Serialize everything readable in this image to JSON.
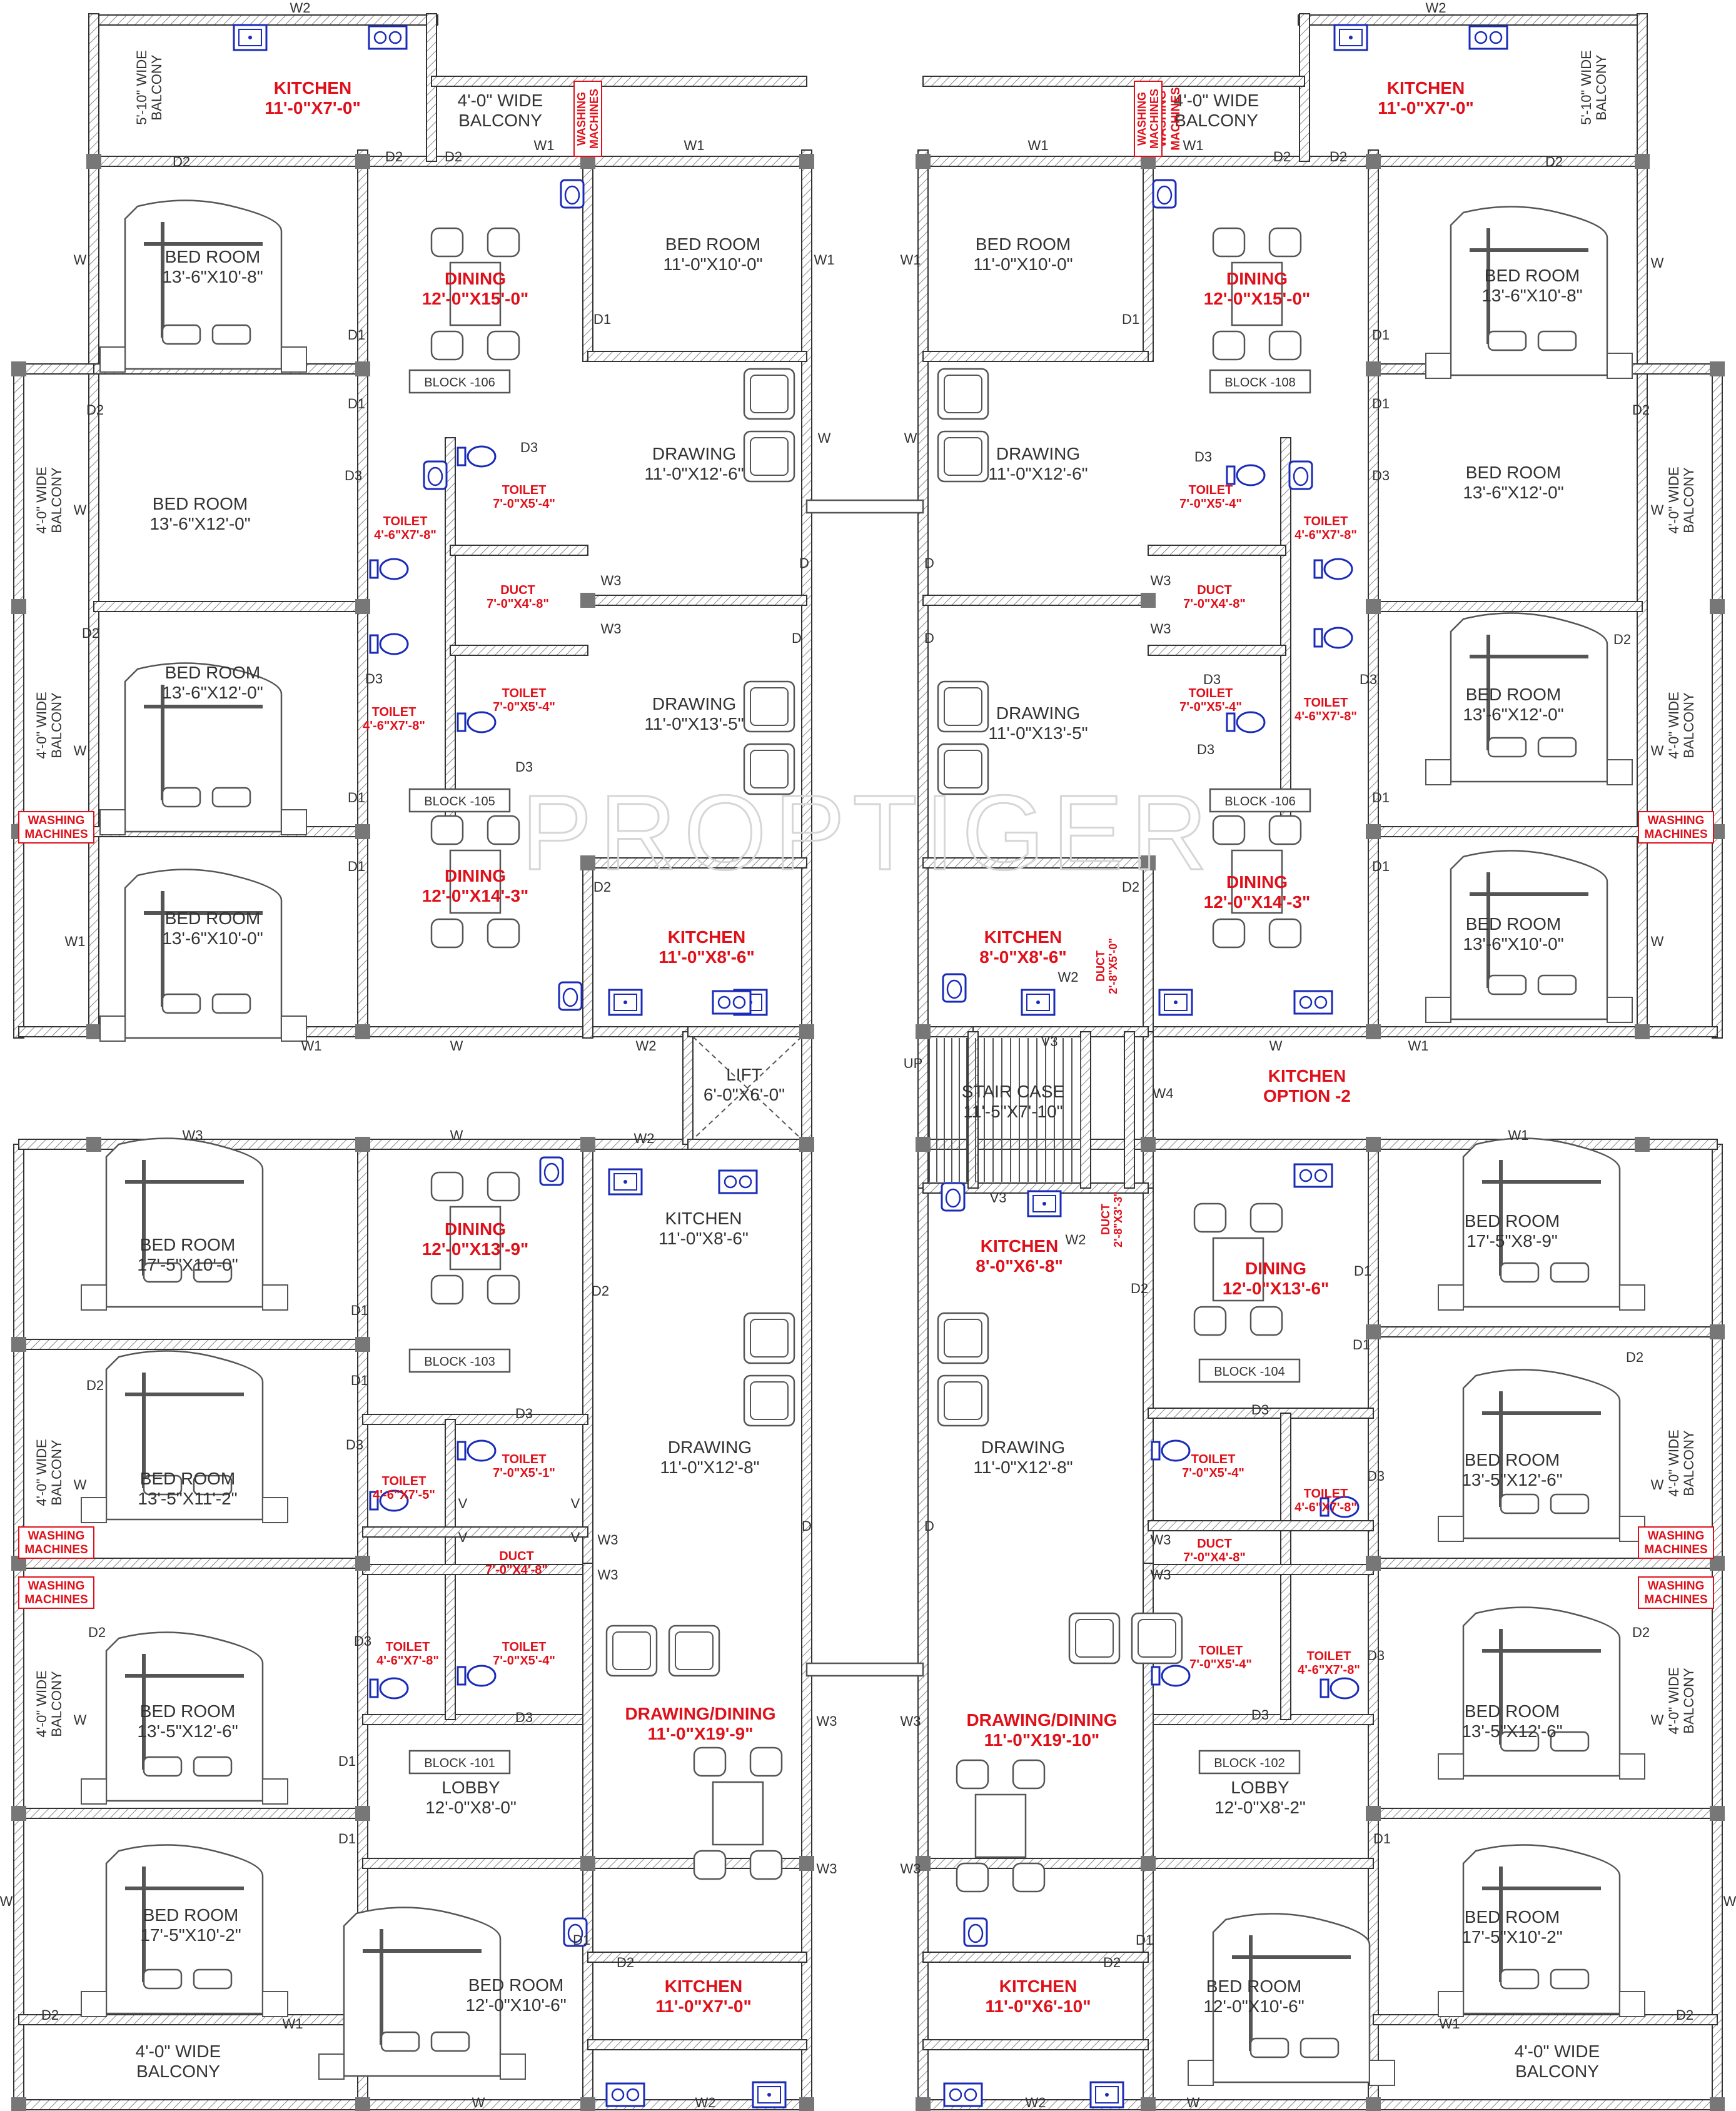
{
  "watermark": "PROPTIGER",
  "blocks": [
    "BLOCK -106",
    "BLOCK -108",
    "BLOCK -105",
    "BLOCK -106",
    "BLOCK -103",
    "BLOCK -104",
    "BLOCK -101",
    "BLOCK -102"
  ],
  "rooms": [
    {
      "n": "KITCHEN",
      "d": "11'-0\"X7'-0\"",
      "red": true
    },
    {
      "n": "KITCHEN",
      "d": "11'-0\"X7'-0\"",
      "red": true
    },
    {
      "n": "4'-0\" WIDE",
      "d": "BALCONY",
      "red": false
    },
    {
      "n": "4'-0\" WIDE",
      "d": "BALCONY",
      "red": false
    },
    {
      "n": "BED ROOM",
      "d": "13'-6\"X10'-8\"",
      "red": false
    },
    {
      "n": "DINING",
      "d": "12'-0\"X15'-0\"",
      "red": true
    },
    {
      "n": "BED ROOM",
      "d": "11'-0\"X10'-0\"",
      "red": false
    },
    {
      "n": "BED ROOM",
      "d": "11'-0\"X10'-0\"",
      "red": false
    },
    {
      "n": "DINING",
      "d": "12'-0\"X15'-0\"",
      "red": true
    },
    {
      "n": "BED ROOM",
      "d": "13'-6\"X10'-8\"",
      "red": false
    },
    {
      "n": "BED ROOM",
      "d": "13'-6\"X12'-0\"",
      "red": false
    },
    {
      "n": "DRAWING",
      "d": "11'-0\"X12'-6\"",
      "red": false
    },
    {
      "n": "DRAWING",
      "d": "11'-0\"X12'-6\"",
      "red": false
    },
    {
      "n": "BED ROOM",
      "d": "13'-6\"X12'-0\"",
      "red": false
    },
    {
      "n": "BED ROOM",
      "d": "13'-6\"X12'-0\"",
      "red": false
    },
    {
      "n": "DRAWING",
      "d": "11'-0\"X13'-5\"",
      "red": false
    },
    {
      "n": "DRAWING",
      "d": "11'-0\"X13'-5\"",
      "red": false
    },
    {
      "n": "BED ROOM",
      "d": "13'-6\"X12'-0\"",
      "red": false
    },
    {
      "n": "BED ROOM",
      "d": "13'-6\"X10'-0\"",
      "red": false
    },
    {
      "n": "DINING",
      "d": "12'-0\"X14'-3\"",
      "red": true
    },
    {
      "n": "KITCHEN",
      "d": "11'-0\"X8'-6\"",
      "red": true
    },
    {
      "n": "KITCHEN",
      "d": "8'-0\"X8'-6\"",
      "red": true
    },
    {
      "n": "DINING",
      "d": "12'-0\"X14'-3\"",
      "red": true
    },
    {
      "n": "BED ROOM",
      "d": "13'-6\"X10'-0\"",
      "red": false
    },
    {
      "n": "LIFT",
      "d": "6'-0\"X6'-0\"",
      "red": false
    },
    {
      "n": "STAIR CASE",
      "d": "11'-5\"X7'-10\"",
      "red": false
    },
    {
      "n": "KITCHEN",
      "d": "OPTION -2",
      "red": true
    },
    {
      "n": "BED ROOM",
      "d": "17'-5\"X10'-0\"",
      "red": false
    },
    {
      "n": "DINING",
      "d": "12'-0\"X13'-9\"",
      "red": true
    },
    {
      "n": "KITCHEN",
      "d": "11'-0\"X8'-6\"",
      "red": false
    },
    {
      "n": "KITCHEN",
      "d": "8'-0\"X6'-8\"",
      "red": true
    },
    {
      "n": "DINING",
      "d": "12'-0\"X13'-6\"",
      "red": true
    },
    {
      "n": "BED ROOM",
      "d": "17'-5\"X8'-9\"",
      "red": false
    },
    {
      "n": "BED ROOM",
      "d": "13'-5\"X11'-2\"",
      "red": false
    },
    {
      "n": "DRAWING",
      "d": "11'-0\"X12'-8\"",
      "red": false
    },
    {
      "n": "DRAWING",
      "d": "11'-0\"X12'-8\"",
      "red": false
    },
    {
      "n": "BED ROOM",
      "d": "13'-5\"X12'-6\"",
      "red": false
    },
    {
      "n": "BED ROOM",
      "d": "13'-5\"X12'-6\"",
      "red": false
    },
    {
      "n": "DRAWING/DINING",
      "d": "11'-0\"X19'-9\"",
      "red": true
    },
    {
      "n": "DRAWING/DINING",
      "d": "11'-0\"X19'-10\"",
      "red": true
    },
    {
      "n": "BED ROOM",
      "d": "13'-5\"X12'-6\"",
      "red": false
    },
    {
      "n": "LOBBY",
      "d": "12'-0\"X8'-0\"",
      "red": false
    },
    {
      "n": "LOBBY",
      "d": "12'-0\"X8'-2\"",
      "red": false
    },
    {
      "n": "BED ROOM",
      "d": "17'-5\"X10'-2\"",
      "red": false
    },
    {
      "n": "BED ROOM",
      "d": "17'-5\"X10'-2\"",
      "red": false
    },
    {
      "n": "BED ROOM",
      "d": "12'-0\"X10'-6\"",
      "red": false
    },
    {
      "n": "BED ROOM",
      "d": "12'-0\"X10'-6\"",
      "red": false
    },
    {
      "n": "KITCHEN",
      "d": "11'-0\"X7'-0\"",
      "red": true
    },
    {
      "n": "KITCHEN",
      "d": "11'-0\"X6'-10\"",
      "red": true
    },
    {
      "n": "4'-0\" WIDE",
      "d": "BALCONY",
      "red": false
    },
    {
      "n": "4'-0\" WIDE",
      "d": "BALCONY",
      "red": false
    }
  ],
  "toilets": [
    {
      "n": "TOILET",
      "d": "7'-0\"X5'-4\""
    },
    {
      "n": "TOILET",
      "d": "4'-6\"X7'-8\""
    },
    {
      "n": "DUCT",
      "d": "7'-0\"X4'-8\""
    },
    {
      "n": "TOILET",
      "d": "7'-0\"X5'-4\""
    },
    {
      "n": "TOILET",
      "d": "4'-6\"X7'-8\""
    },
    {
      "n": "TOILET",
      "d": "7'-0\"X5'-4\""
    },
    {
      "n": "TOILET",
      "d": "4'-6\"X7'-8\""
    },
    {
      "n": "DUCT",
      "d": "7'-0\"X4'-8\""
    },
    {
      "n": "TOILET",
      "d": "7'-0\"X5'-4\""
    },
    {
      "n": "TOILET",
      "d": "4'-6\"X7'-8\""
    },
    {
      "n": "TOILET",
      "d": "7'-0\"X5'-1\""
    },
    {
      "n": "TOILET",
      "d": "4'-6\"X7'-5\""
    },
    {
      "n": "DUCT",
      "d": "7'-0\"X4'-8\""
    },
    {
      "n": "TOILET",
      "d": "4'-6\"X7'-8\""
    },
    {
      "n": "TOILET",
      "d": "7'-0\"X5'-4\""
    },
    {
      "n": "TOILET",
      "d": "7'-0\"X5'-4\""
    },
    {
      "n": "TOILET",
      "d": "4'-6\"X7'-8\""
    },
    {
      "n": "DUCT",
      "d": "7'-0\"X4'-8\""
    },
    {
      "n": "TOILET",
      "d": "7'-0\"X5'-4\""
    },
    {
      "n": "TOILET",
      "d": "4'-6\"X7'-8\""
    }
  ],
  "ducts": [
    {
      "n": "DUCT",
      "d": "2'-8\"X5'-0\""
    },
    {
      "n": "DUCT",
      "d": "2'-8\"X3'-3\""
    }
  ],
  "balconies": [
    "5'-10\" WIDE BALCONY",
    "5'-10\" WIDE BALCONY",
    "4'-0\" WIDE BALCONY",
    "4'-0\" WIDE BALCONY",
    "4'-0\" WIDE BALCONY",
    "4'-0\" WIDE BALCONY",
    "4'-0\" WIDE BALCONY",
    "4'-0\" WIDE BALCONY",
    "4'-0\" WIDE BALCONY",
    "4'-0\" WIDE BALCONY"
  ],
  "washing": [
    "WASHING",
    "MACHINES"
  ],
  "tags": [
    "W2",
    "W",
    "W1",
    "D",
    "D1",
    "D2",
    "D3",
    "V",
    "V3",
    "W3",
    "W4",
    "UP"
  ]
}
